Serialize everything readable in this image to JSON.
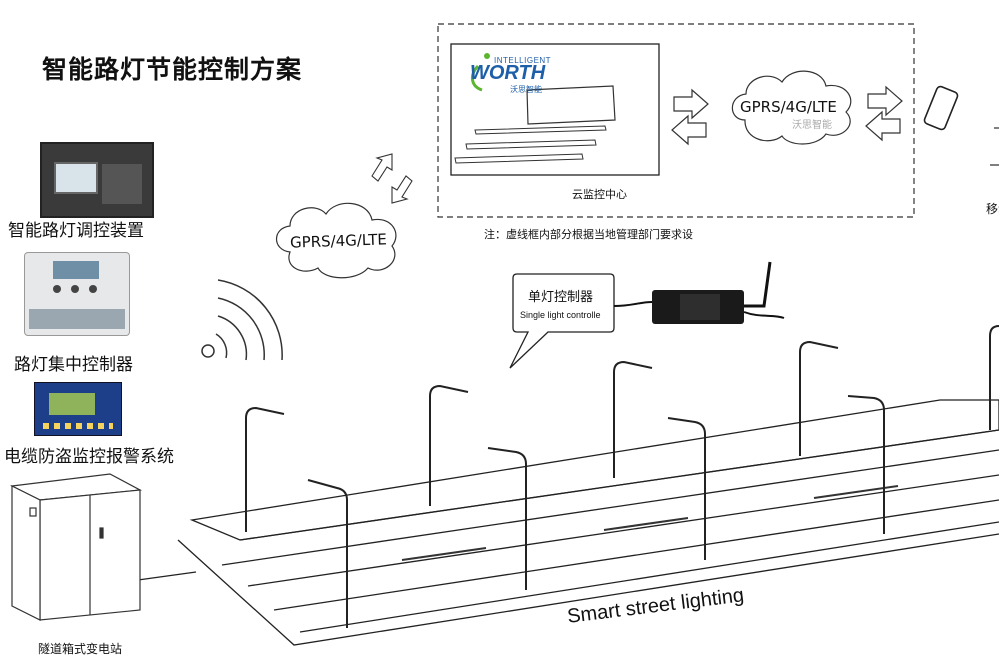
{
  "title": "智能路灯节能控制方案",
  "devices": {
    "regulator": "智能路灯调控装置",
    "concentrator": "路灯集中控制器",
    "antitheft": "电缆防盗监控报警系统",
    "cabinet": "隧道箱式变电站"
  },
  "cloud": {
    "left_label": "GPRS/4G/LTE",
    "right_label": "GPRS/4G/LTE",
    "right_watermark": "沃思智能",
    "center_label": "云监控中心",
    "note": "注：虚线框内部分根据当地管理部门要求设",
    "edge_label": "移动"
  },
  "brand": {
    "top": "INTELLIGENT",
    "name": "WORTH",
    "sub": "沃思智能"
  },
  "single_controller": {
    "cn": "单灯控制器",
    "en": "Single light controlle"
  },
  "road_label": "Smart street lighting",
  "colors": {
    "brand_green": "#5bb531",
    "brand_blue": "#1d5fa8",
    "line": "#222222"
  }
}
